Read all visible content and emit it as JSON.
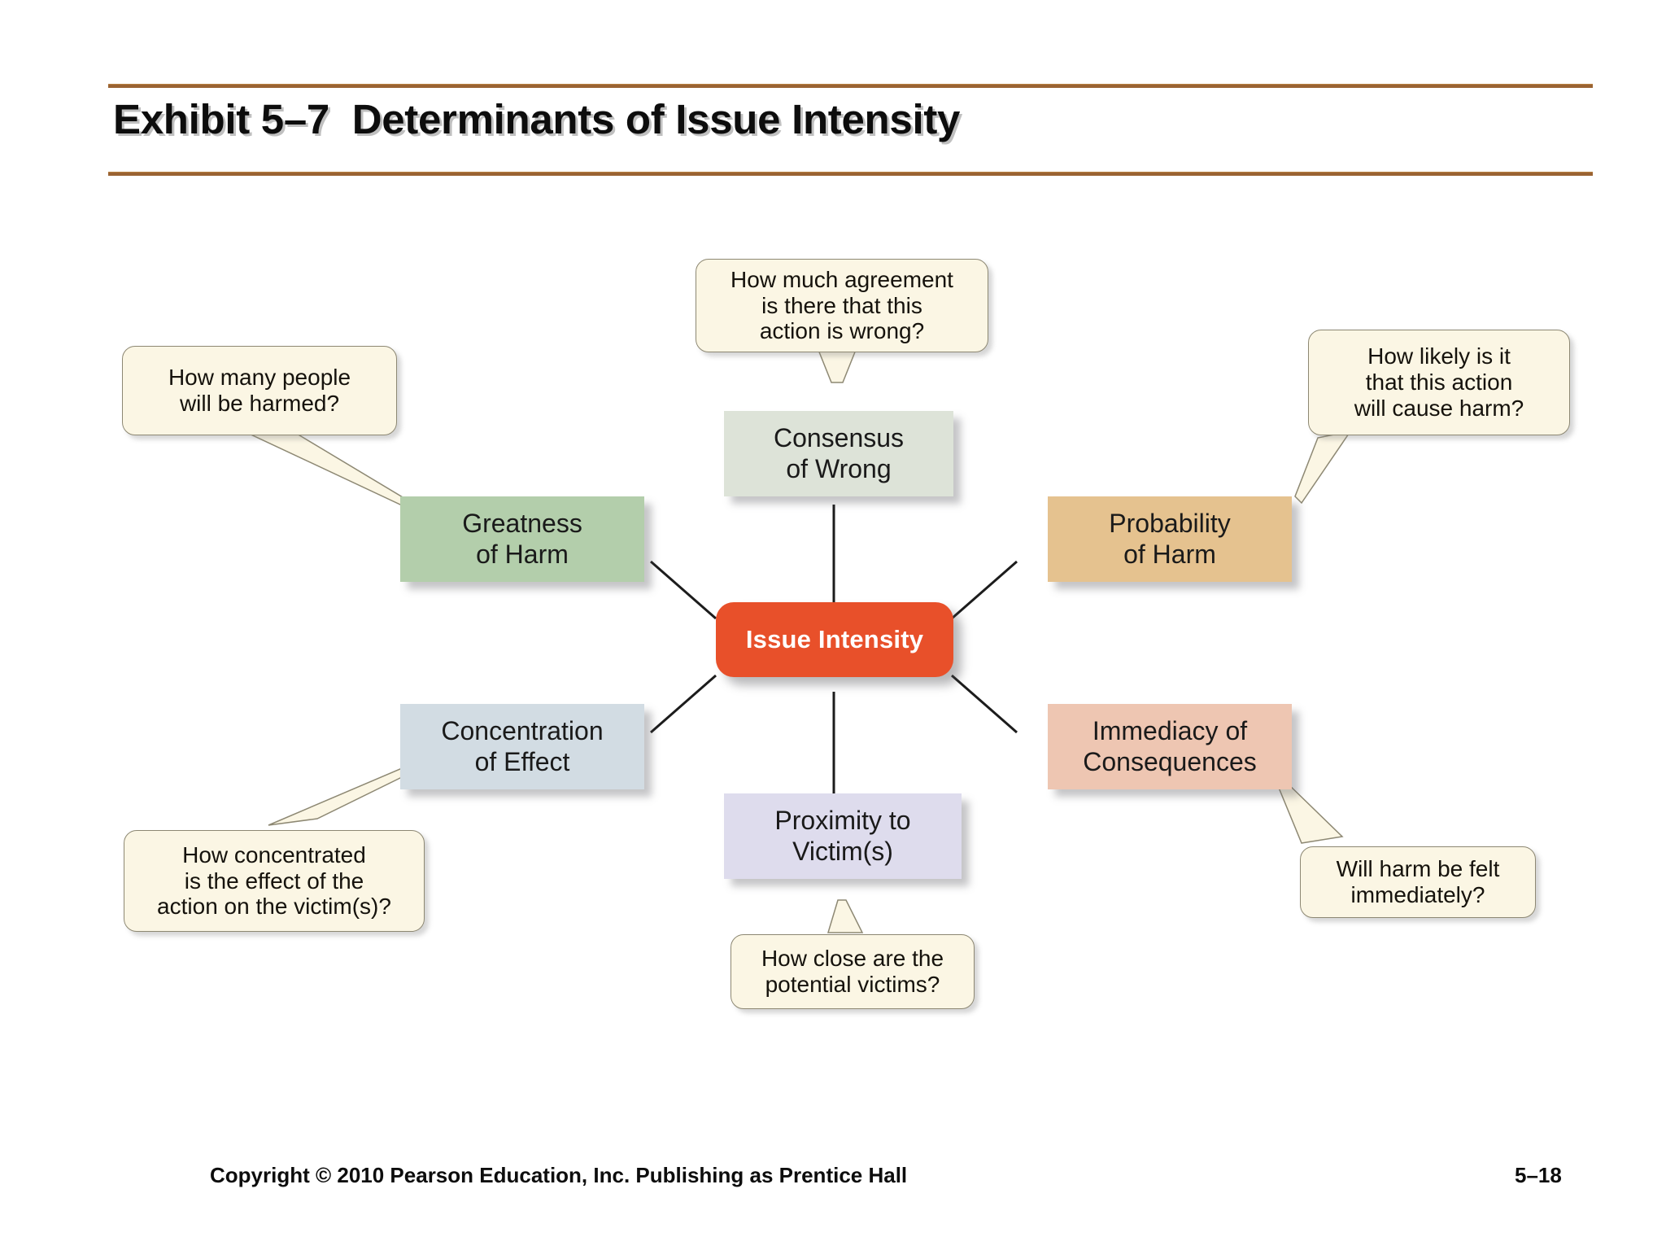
{
  "header": {
    "title": "Exhibit 5–7  Determinants of Issue Intensity",
    "rule_color": "#9a6333"
  },
  "diagram": {
    "type": "hub-and-spoke mind map",
    "center": {
      "label": "Issue Intensity",
      "color": "#e8502a",
      "text_color": "#ffffff"
    },
    "nodes": [
      {
        "id": "greatness-of-harm",
        "label": "Greatness\nof Harm",
        "color": "#b3ceab"
      },
      {
        "id": "consensus-of-wrong",
        "label": "Consensus\nof Wrong",
        "color": "#dde3d8"
      },
      {
        "id": "probability-of-harm",
        "label": "Probability\nof Harm",
        "color": "#e5c28f"
      },
      {
        "id": "concentration-of-effect",
        "label": "Concentration\nof Effect",
        "color": "#d2dce3"
      },
      {
        "id": "proximity-to-victims",
        "label": "Proximity to\nVictim(s)",
        "color": "#dedced"
      },
      {
        "id": "immediacy-of-consequences",
        "label": "Immediacy of\nConsequences",
        "color": "#eec6b2"
      }
    ],
    "callouts": [
      {
        "id": "callout-greatness-of-harm",
        "for": "greatness-of-harm",
        "text": "How many people\nwill be harmed?"
      },
      {
        "id": "callout-consensus-of-wrong",
        "for": "consensus-of-wrong",
        "text": "How much agreement\nis there that this\naction is wrong?"
      },
      {
        "id": "callout-probability-of-harm",
        "for": "probability-of-harm",
        "text": "How likely is it\nthat this action\nwill cause harm?"
      },
      {
        "id": "callout-concentration-of-effect",
        "for": "concentration-of-effect",
        "text": "How concentrated\nis the effect of the\naction on the victim(s)?"
      },
      {
        "id": "callout-proximity-to-victims",
        "for": "proximity-to-victims",
        "text": "How close are the\npotential victims?"
      },
      {
        "id": "callout-immediacy-of-consequences",
        "for": "immediacy-of-consequences",
        "text": "Will harm be felt\nimmediately?"
      }
    ],
    "callout_fill": "#fbf6e4"
  },
  "footer": {
    "copyright": "Copyright © 2010 Pearson Education, Inc. Publishing as Prentice Hall",
    "page": "5–18"
  }
}
